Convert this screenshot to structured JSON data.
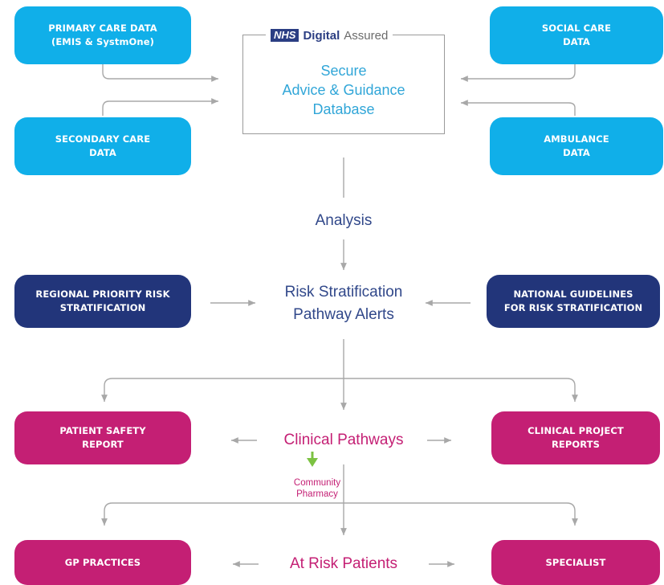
{
  "sources": {
    "primary_care": [
      "PRIMARY CARE DATA",
      "(EMIS & SystmOne)"
    ],
    "social_care": [
      "SOCIAL CARE",
      "DATA"
    ],
    "secondary_care": [
      "SECONDARY CARE",
      "DATA"
    ],
    "ambulance": [
      "AMBULANCE",
      "DATA"
    ]
  },
  "database": {
    "nhs_logo": "NHS",
    "digital": "Digital",
    "assured": "Assured",
    "lines": [
      "Secure",
      "Advice & Guidance",
      "Database"
    ]
  },
  "analysis": "Analysis",
  "risk": {
    "lines": [
      "Risk Stratification",
      "Pathway Alerts"
    ],
    "regional": [
      "REGIONAL PRIORITY RISK",
      "STRATIFICATION"
    ],
    "national": [
      "NATIONAL GUIDELINES",
      "FOR RISK STRATIFICATION"
    ]
  },
  "clinical": {
    "label": "Clinical Pathways",
    "patient_safety": [
      "PATIENT SAFETY",
      "REPORT"
    ],
    "project_reports": [
      "CLINICAL PROJECT",
      "REPORTS"
    ],
    "community_pharmacy": [
      "Community",
      "Pharmacy"
    ]
  },
  "at_risk": {
    "label": "At Risk Patients",
    "gp": "GP PRACTICES",
    "specialist": "SPECIALIST"
  },
  "colors": {
    "cyan": "#10afe9",
    "navy": "#22357a",
    "magenta": "#c41f74",
    "connector_gray": "#a8a8a8",
    "green_arrow": "#7cc242"
  }
}
